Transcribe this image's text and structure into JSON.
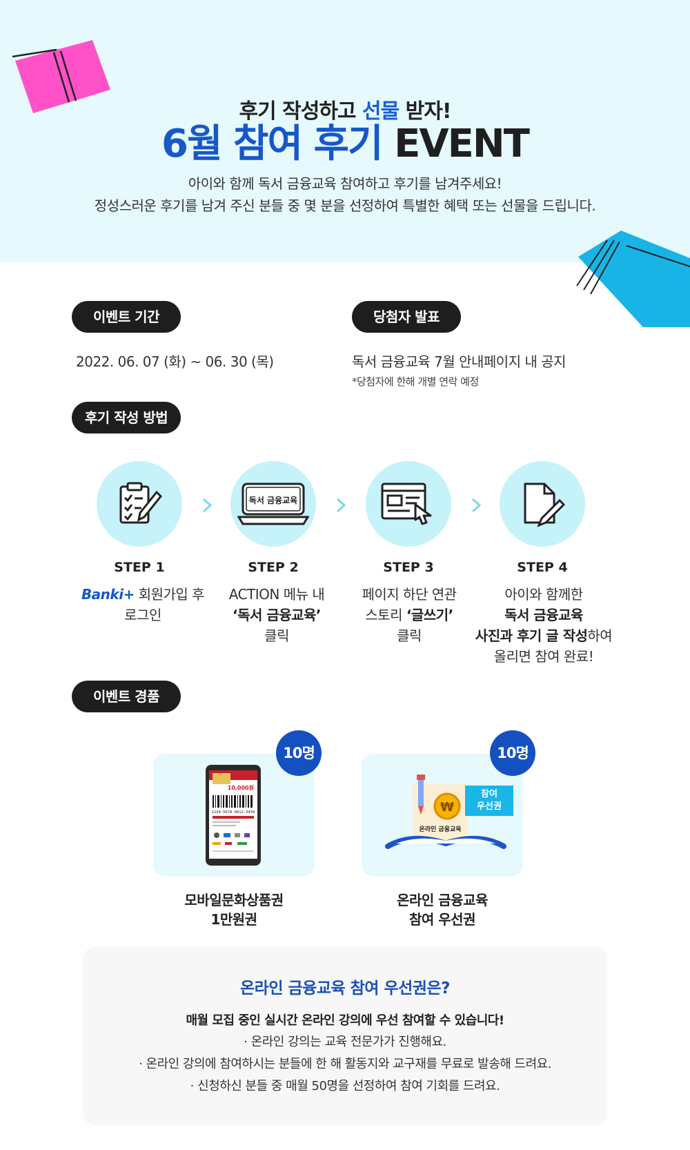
{
  "hero": {
    "subtitle_before": "후기 작성하고 ",
    "subtitle_highlight": "선물",
    "subtitle_after": " 받자!",
    "title_blue": "6월 참여 후기",
    "title_dark": "EVENT",
    "desc_line1": "아이와 함께 독서 금융교육 참여하고 후기를 남겨주세요!",
    "desc_line2": "정성스러운 후기를 남겨 주신 분들 중 몇 분을 선정하여 특별한 혜택 또는 선물을 드립니다."
  },
  "period": {
    "label": "이벤트 기간",
    "value": "2022. 06. 07 (화) ~ 06. 30 (목)"
  },
  "announce": {
    "label": "당첨자 발표",
    "value": "독서 금융교육 7월 안내페이지 내 공지",
    "note": "*당첨자에 한해 개별 연락 예정"
  },
  "howto": {
    "label": "후기 작성 방법",
    "steps": [
      {
        "label": "STEP 1",
        "icon": "clipboard-check-icon",
        "brand": "Banki+",
        "line1_rest": "회원가입 후",
        "line2": "로그인"
      },
      {
        "label": "STEP 2",
        "icon": "laptop-icon",
        "icon_text": "독서 금융교육",
        "line1": "ACTION 메뉴 내",
        "line2": "‘독서 금융교육’",
        "line3": "클릭"
      },
      {
        "label": "STEP 3",
        "icon": "browser-click-icon",
        "line1": "페이지 하단 연관",
        "line2_pre": "스토리 ",
        "line2_bold": "‘글쓰기’",
        "line3": "클릭"
      },
      {
        "label": "STEP 4",
        "icon": "document-pen-icon",
        "line1": "아이와 함께한",
        "line2": "독서 금융교육",
        "line3_bold": "사진과 후기 글 작성",
        "line3_rest": "하여",
        "line4": "올리면 참여 완료!"
      }
    ]
  },
  "prizes": {
    "label": "이벤트 경품",
    "items": [
      {
        "count": "10명",
        "name_line1": "모바일문화상품권",
        "name_line2": "1만원권",
        "voucher_amount": "10,000",
        "voucher_unit": "원",
        "barcode_number": "1234-5678-9012-3456"
      },
      {
        "count": "10명",
        "name_line1": "온라인 금융교육",
        "name_line2": "참여 우선권",
        "tag_line1": "참여",
        "tag_line2": "우선권",
        "paper_text": "온라인 금융교육",
        "coin_symbol": "₩"
      }
    ]
  },
  "info": {
    "title": "온라인 금융교육 참여 우선권은?",
    "lead": "매월 모집 중인 실시간 온라인 강의에 우선 참여할 수 있습니다!",
    "items": [
      "온라인 강의는 교육 전문가가 진행해요.",
      "온라인 강의에 참여하시는 분들에 한 해 활동지와 교구재를 무료로 발송해 드려요.",
      "신청하신 분들 중 매월 50명을 선정하여 참여 기회를 드려요."
    ]
  },
  "colors": {
    "hero_bg": "#e6f9fc",
    "accent_blue": "#1757c8",
    "pill_bg": "#1e1e1e",
    "circle_bg": "#c6f2fa",
    "badge_bg": "#1450c0",
    "pink_book": "#ff52c8",
    "blue_book": "#18b4e6"
  }
}
